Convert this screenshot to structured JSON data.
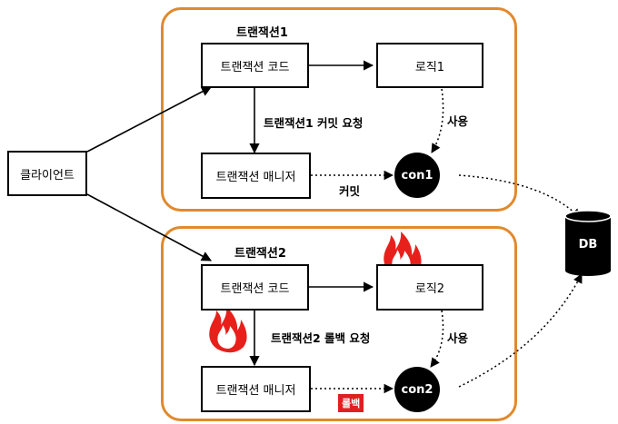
{
  "client": {
    "label": "클라이언트"
  },
  "db": {
    "label": "DB"
  },
  "tx1": {
    "title": "트랜잭션1",
    "code": "트랜잭션 코드",
    "logic": "로직1",
    "manager": "트랜잭션 매니저",
    "request": "트랜잭션1 커밋 요청",
    "use": "사용",
    "action": "커밋",
    "conn": "con1"
  },
  "tx2": {
    "title": "트랜잭션2",
    "code": "트랜잭션 코드",
    "logic": "로직2",
    "manager": "트랜잭션 매니저",
    "request": "트랜잭션2 롤백 요청",
    "use": "사용",
    "action": "롤백",
    "conn": "con2"
  },
  "colors": {
    "group_border": "#e08a2e",
    "rollback": "#e02020",
    "fire_outer": "#e8201c",
    "fire_inner": "#ffffff"
  },
  "icons": {
    "fire": "fire-icon"
  }
}
